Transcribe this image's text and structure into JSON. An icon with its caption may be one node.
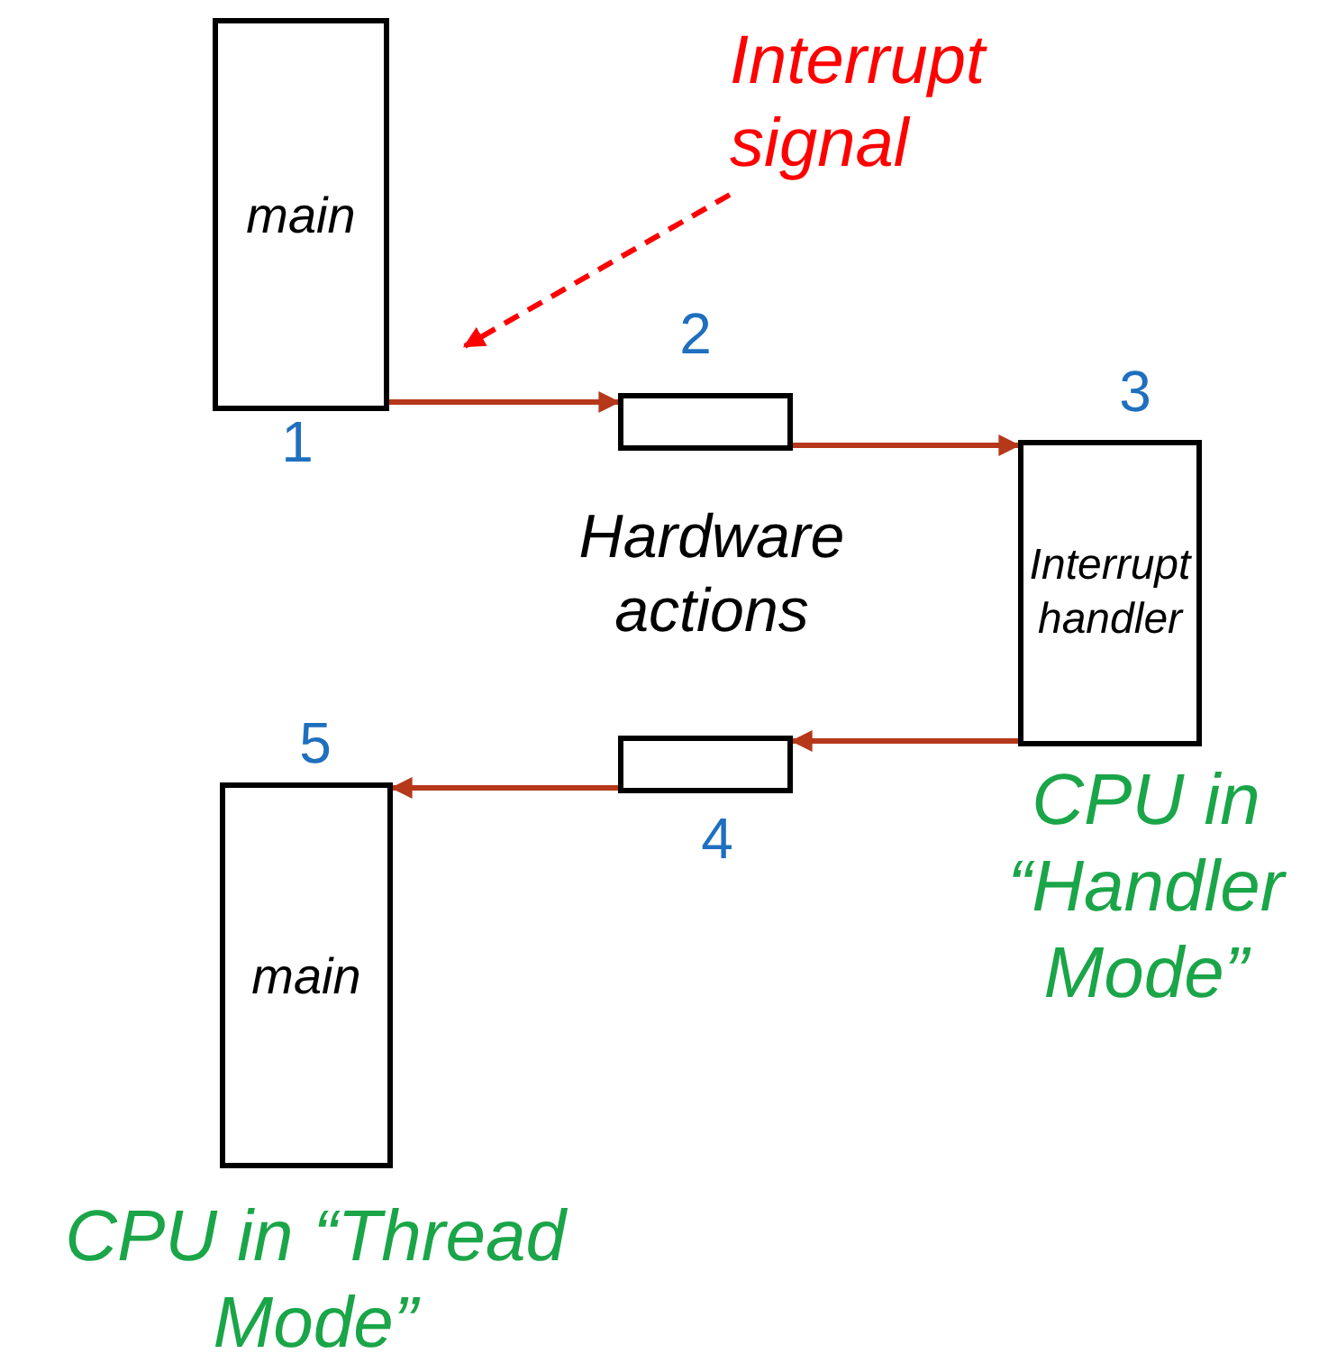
{
  "diagram": {
    "nodes": [
      {
        "text": [
          "main"
        ],
        "beside": [
          "1"
        ]
      },
      {
        "text": [],
        "shape": "box",
        "beside": [
          "2",
          "Hardware actions"
        ]
      },
      {
        "text": [
          "Interrupt handler"
        ],
        "beside": [
          "3",
          "CPU in “Handler Mode”"
        ]
      },
      {
        "text": [],
        "shape": "box",
        "beside": [
          "4"
        ]
      },
      {
        "text": [
          "main"
        ],
        "beside": [
          "5",
          "CPU in “Thread Mode”"
        ]
      },
      {
        "text": [
          "Interrupt signal"
        ]
      }
    ],
    "edges": [
      {
        "from": 0,
        "to": 1,
        "arrow": "to"
      },
      {
        "from": 1,
        "to": 2,
        "arrow": "to"
      },
      {
        "from": 2,
        "to": 3,
        "arrow": "to"
      },
      {
        "from": 3,
        "to": 4,
        "arrow": "to"
      },
      {
        "from": 5,
        "to": null,
        "arrow": "to",
        "style": "dashed",
        "color": "#ff0000"
      }
    ]
  }
}
